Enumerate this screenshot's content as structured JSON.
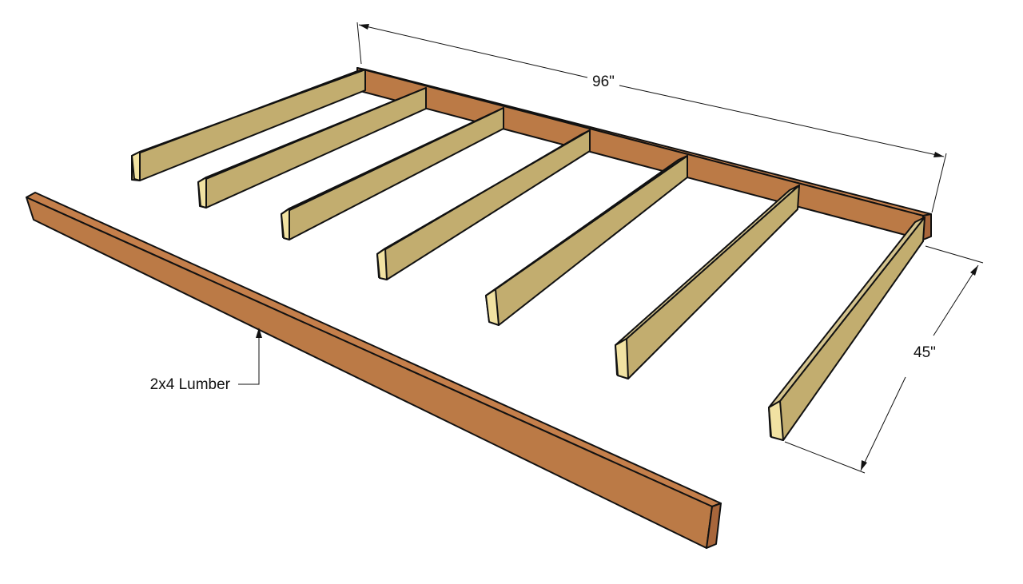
{
  "dimensions": {
    "length_label": "96\"",
    "width_label": "45\""
  },
  "callout": {
    "label": "2x4 Lumber"
  },
  "colors": {
    "joist_top": "#d5c48e",
    "joist_side": "#c2ad6f",
    "joist_end": "#f1e2a2",
    "rim_top": "#c57f4b",
    "rim_face": "#bb7a46",
    "rim_end": "#a8663b"
  },
  "joist_count": 7
}
